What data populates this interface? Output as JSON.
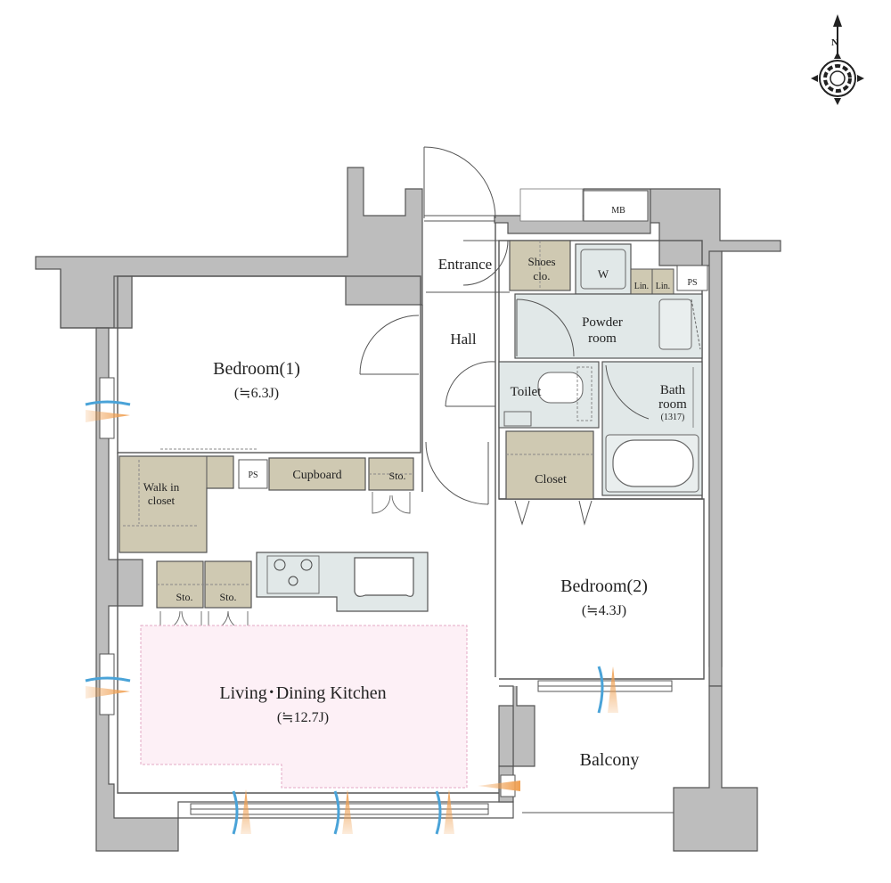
{
  "compass": {
    "north_label": "N"
  },
  "rooms": {
    "entrance": "Entrance",
    "hall": "Hall",
    "shoes": [
      "Shoes",
      "clo."
    ],
    "washer": "W",
    "linen1": "Lin.",
    "linen2": "Lin.",
    "ps_top": "PS",
    "mb": "MB",
    "powder": [
      "Powder",
      "room"
    ],
    "toilet": "Toilet",
    "bath": [
      "Bath",
      "room",
      "(1317)"
    ],
    "bedroom1": {
      "name": "Bedroom(1)",
      "size": "(≒6.3J)"
    },
    "walkin": [
      "Walk in",
      "closet"
    ],
    "ps_mid": "PS",
    "cupboard": "Cupboard",
    "sto_top": "Sto.",
    "closet": "Closet",
    "sto_left": "Sto.",
    "sto_right": "Sto.",
    "bedroom2": {
      "name": "Bedroom(2)",
      "size": "(≒4.3J)"
    },
    "ldk": {
      "name": "Living･Dining Kitchen",
      "size": "(≒12.7J)"
    },
    "balcony": "Balcony"
  },
  "colors": {
    "wall": "#bdbdbd",
    "wall_stroke": "#555555",
    "storage": "#cfc9b2",
    "wet": "#e1e8e8",
    "ldk_fill": "#fdf0f6",
    "ldk_stroke": "#e3a9c4",
    "air_blue": "#4aa3d8",
    "air_orange": "#f0a052"
  }
}
